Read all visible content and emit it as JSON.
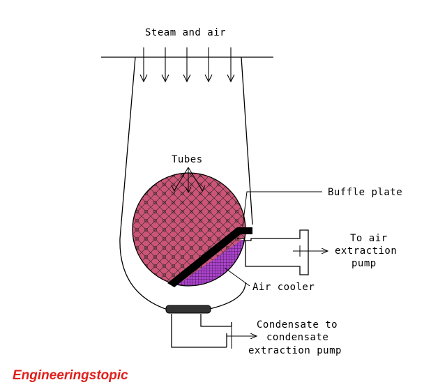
{
  "labels": {
    "steam_air": "Steam and air",
    "tubes": "Tubes",
    "buffle_plate": "Buffle plate",
    "to_air_1": "To air",
    "to_air_2": "extraction",
    "to_air_3": "pump",
    "air_cooler": "Air cooler",
    "condensate_1": "Condensate to",
    "condensate_2": "condensate",
    "condensate_3": "extraction pump"
  },
  "brand": "Engineeringstopic",
  "colors": {
    "tube_fill": "#cc5577",
    "cooler_fill": "#aa44cc",
    "brand_color": "#e0201c",
    "line": "#000000"
  }
}
